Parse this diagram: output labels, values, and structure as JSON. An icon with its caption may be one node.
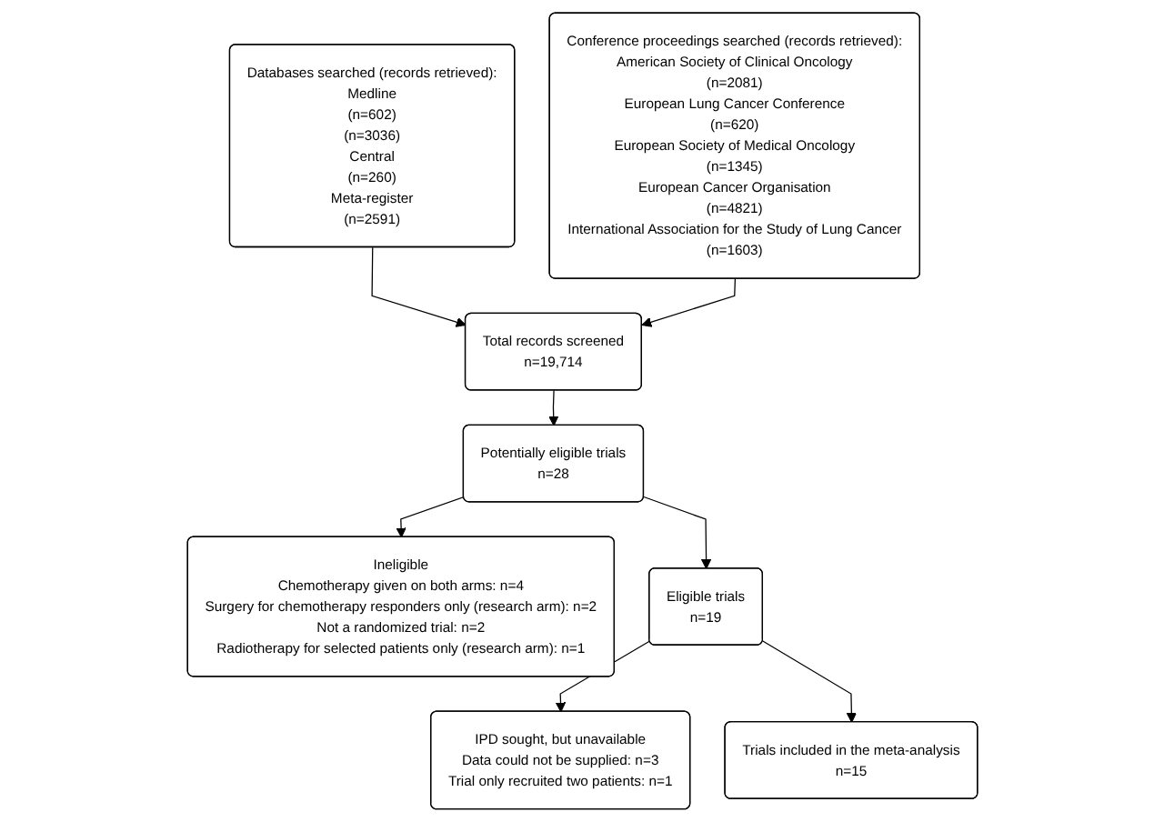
{
  "diagram": {
    "nodes": [
      {
        "text": [
          "Databases searched (records retrieved):",
          "Medline",
          "(n=602)",
          "(n=3036)",
          "Central",
          "(n=260)",
          "Meta-register",
          "(n=2591)"
        ]
      },
      {
        "text": [
          "Conference proceedings searched (records retrieved):",
          "American Society of Clinical Oncology",
          "(n=2081)",
          "European Lung Cancer Conference",
          "(n=620)",
          "European Society of Medical Oncology",
          "(n=1345)",
          "European Cancer Organisation",
          "(n=4821)",
          "International Association for the Study of Lung Cancer",
          "(n=1603)"
        ]
      },
      {
        "text": [
          "Total records screened",
          "n=19,714"
        ]
      },
      {
        "text": [
          "Potentially eligible trials",
          "n=28"
        ]
      },
      {
        "text": [
          "Ineligible",
          "Chemotherapy given on both arms: n=4",
          "Surgery for chemotherapy responders only (research arm): n=2",
          "Not a randomized trial: n=2",
          "Radiotherapy for selected patients only (research arm): n=1"
        ]
      },
      {
        "text": [
          "Eligible trials",
          "n=19"
        ]
      },
      {
        "text": [
          "IPD sought, but unavailable",
          "Data could not be supplied: n=3",
          "Trial only recruited two patients: n=1"
        ]
      },
      {
        "text": [
          "Trials included in the meta-analysis",
          "n=15"
        ]
      }
    ],
    "edges": [
      {
        "from": 0,
        "to": 2,
        "arrow": "to"
      },
      {
        "from": 1,
        "to": 2,
        "arrow": "to"
      },
      {
        "from": 2,
        "to": 3,
        "arrow": "to"
      },
      {
        "from": 3,
        "to": 4,
        "arrow": "to"
      },
      {
        "from": 3,
        "to": 5,
        "arrow": "to"
      },
      {
        "from": 5,
        "to": 6,
        "arrow": "to"
      },
      {
        "from": 5,
        "to": 7,
        "arrow": "to"
      }
    ]
  }
}
